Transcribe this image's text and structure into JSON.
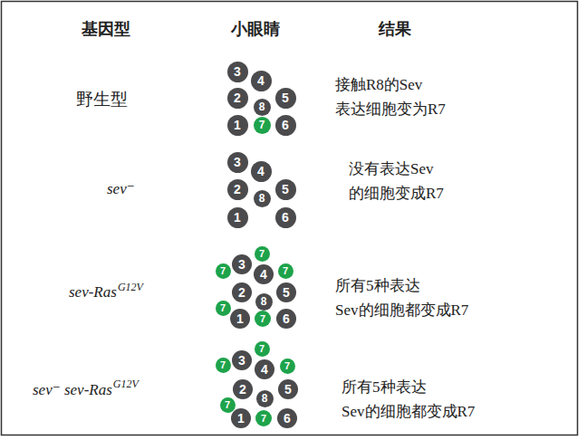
{
  "diagram": {
    "nodes": [
      {
        "text": [
          "3"
        ]
      },
      {
        "text": [
          "4"
        ]
      },
      {
        "text": [
          "2"
        ]
      },
      {
        "text": [
          "8"
        ]
      },
      {
        "text": [
          "5"
        ]
      },
      {
        "text": [
          "1"
        ]
      },
      {
        "text": [
          "7"
        ]
      },
      {
        "text": [
          "6"
        ]
      },
      {
        "text": [
          "3"
        ]
      },
      {
        "text": [
          "4"
        ]
      },
      {
        "text": [
          "2"
        ]
      },
      {
        "text": [
          "8"
        ]
      },
      {
        "text": [
          "5"
        ]
      },
      {
        "text": [
          "1"
        ]
      },
      {
        "text": [
          "6"
        ]
      },
      {
        "text": [
          "7"
        ]
      },
      {
        "text": [
          "7"
        ]
      },
      {
        "text": [
          "3"
        ]
      },
      {
        "text": [
          "4"
        ]
      },
      {
        "text": [
          "7"
        ]
      },
      {
        "text": [
          "2"
        ]
      },
      {
        "text": [
          "8"
        ]
      },
      {
        "text": [
          "5"
        ]
      },
      {
        "text": [
          "7"
        ]
      },
      {
        "text": [
          "1"
        ]
      },
      {
        "text": [
          "7"
        ]
      },
      {
        "text": [
          "6"
        ]
      },
      {
        "text": [
          "7"
        ]
      },
      {
        "text": [
          "7"
        ]
      },
      {
        "text": [
          "3"
        ]
      },
      {
        "text": [
          "4"
        ]
      },
      {
        "text": [
          "7"
        ]
      },
      {
        "text": [
          "2"
        ]
      },
      {
        "text": [
          "8"
        ]
      },
      {
        "text": [
          "5"
        ]
      },
      {
        "text": [
          "7"
        ]
      },
      {
        "text": [
          "1"
        ]
      },
      {
        "text": [
          "7"
        ]
      },
      {
        "text": [
          "6"
        ]
      }
    ],
    "labels": [
      "基因型",
      "小眼睛",
      "结果",
      "野生型",
      "接触R8的Sev 表达细胞变为R7",
      "sev⁻",
      "没有表达Sev 的细胞变成R7",
      "sev-Ras",
      "G12V",
      "所有5种表达 Sev的细胞都变成R7",
      "sev⁻ sev-Ras",
      "G12V",
      "所有5种表达 Sev的细胞都变成R7"
    ]
  }
}
